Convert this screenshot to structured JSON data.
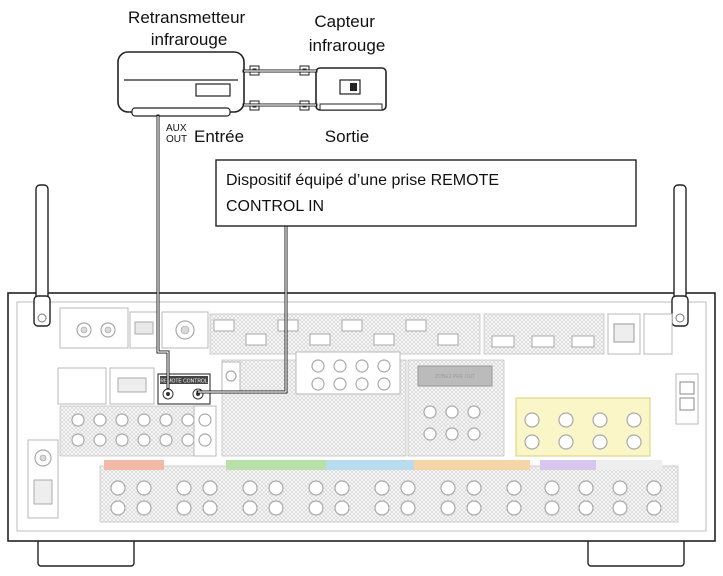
{
  "labels": {
    "ir_repeater": [
      "Retransmetteur",
      "infrarouge"
    ],
    "ir_sensor": [
      "Capteur",
      "infrarouge"
    ],
    "aux_out": [
      "AUX",
      "OUT"
    ],
    "input": "Entrée",
    "output": "Sortie",
    "device_callout": [
      "Dispositif équipé d’une prise REMOTE",
      "CONTROL IN"
    ]
  },
  "colors": {
    "cable": "#1a1a1a",
    "panel_outline": "#b9b9b9",
    "front": "#f2b8a8",
    "center": "#b9e0a8",
    "surround": "#b8dcee",
    "surround_back": "#f6d6a8",
    "front_wide": "#d7c6ee",
    "zone2": "#f7f0b0"
  }
}
